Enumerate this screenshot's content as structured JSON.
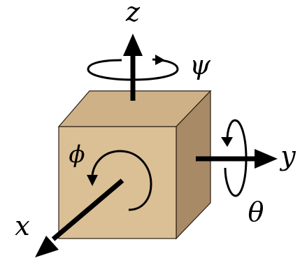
{
  "labels": {
    "z_axis": "z",
    "y_axis": "y",
    "x_axis": "x",
    "psi": "ψ",
    "theta": "θ",
    "phi": "ϕ"
  },
  "colors": {
    "cube_front": "#dbbf95",
    "cube_top": "#cfb188",
    "cube_right": "#a98a66",
    "cube_edge": "#2a1e10",
    "arrow": "#000000",
    "background": "#ffffff"
  }
}
